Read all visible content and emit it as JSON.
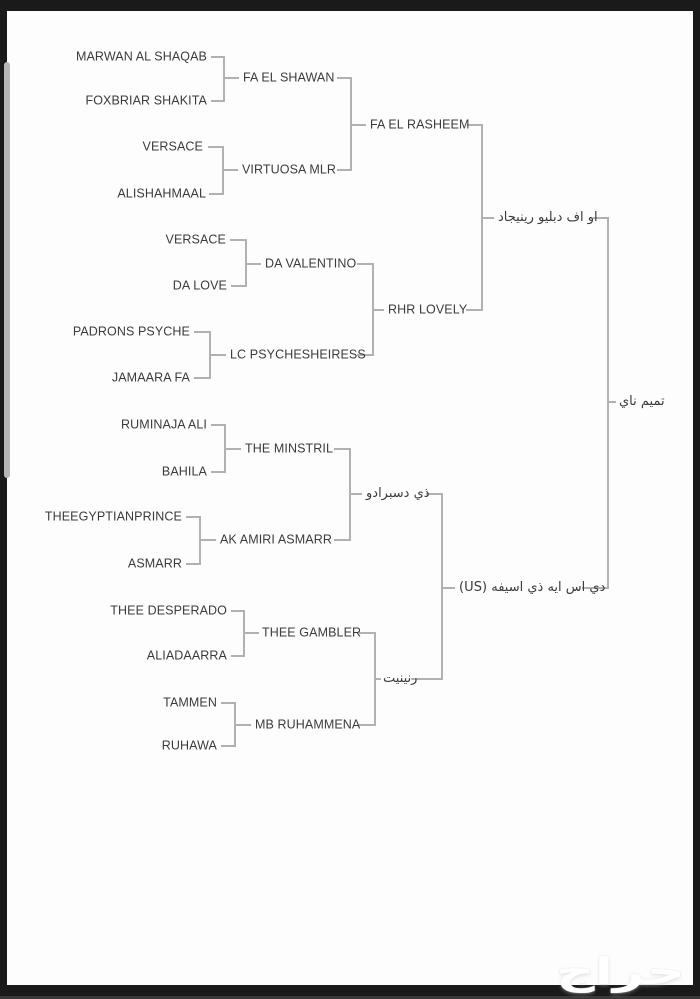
{
  "colors": {
    "page_background": "#fdfdfd",
    "frame": "#1a1a1a",
    "connector_line": "#b1b1b1",
    "text": "#3b3b3b",
    "scrollbar": "#b6b6b6",
    "watermark": "#ffffff"
  },
  "watermark": {
    "text": "حراج"
  },
  "tree": {
    "root": {
      "label": "تميم ناي",
      "sire": {
        "label": "او اف دبليو رينيجاد",
        "sire": {
          "label": "FA EL RASHEEM",
          "sire": {
            "label": "FA EL SHAWAN",
            "sire": {
              "label": "MARWAN AL SHAQAB"
            },
            "dam": {
              "label": "FOXBRIAR SHAKITA"
            }
          },
          "dam": {
            "label": "VIRTUOSA MLR",
            "sire": {
              "label": "VERSACE"
            },
            "dam": {
              "label": "ALISHAHMAAL"
            }
          }
        },
        "dam": {
          "label": "RHR LOVELY",
          "sire": {
            "label": "DA VALENTINO",
            "sire": {
              "label": "VERSACE"
            },
            "dam": {
              "label": "DA LOVE"
            }
          },
          "dam": {
            "label": "LC PSYCHESHEIRESS",
            "sire": {
              "label": "PADRONS PSYCHE"
            },
            "dam": {
              "label": "JAMAARA FA"
            }
          }
        }
      },
      "dam": {
        "label": "دي اس ايه ذي اسيفه (US)",
        "sire": {
          "label": "ذي دسبرادو",
          "sire": {
            "label": "THE MINSTRIL",
            "sire": {
              "label": "RUMINAJA ALI"
            },
            "dam": {
              "label": "BAHILA"
            }
          },
          "dam": {
            "label": "AK AMIRI ASMARR",
            "sire": {
              "label": "THEEGYPTIANPRINCE"
            },
            "dam": {
              "label": "ASMARR"
            }
          }
        },
        "dam": {
          "label": "رنينيت",
          "sire": {
            "label": "THEE GAMBLER",
            "sire": {
              "label": "THEE DESPERADO"
            },
            "dam": {
              "label": "ALIADAARRA"
            }
          },
          "dam": {
            "label": "MB RUHAMMENA",
            "sire": {
              "label": "TAMMEN"
            },
            "dam": {
              "label": "RUHAWA"
            }
          }
        }
      }
    }
  }
}
